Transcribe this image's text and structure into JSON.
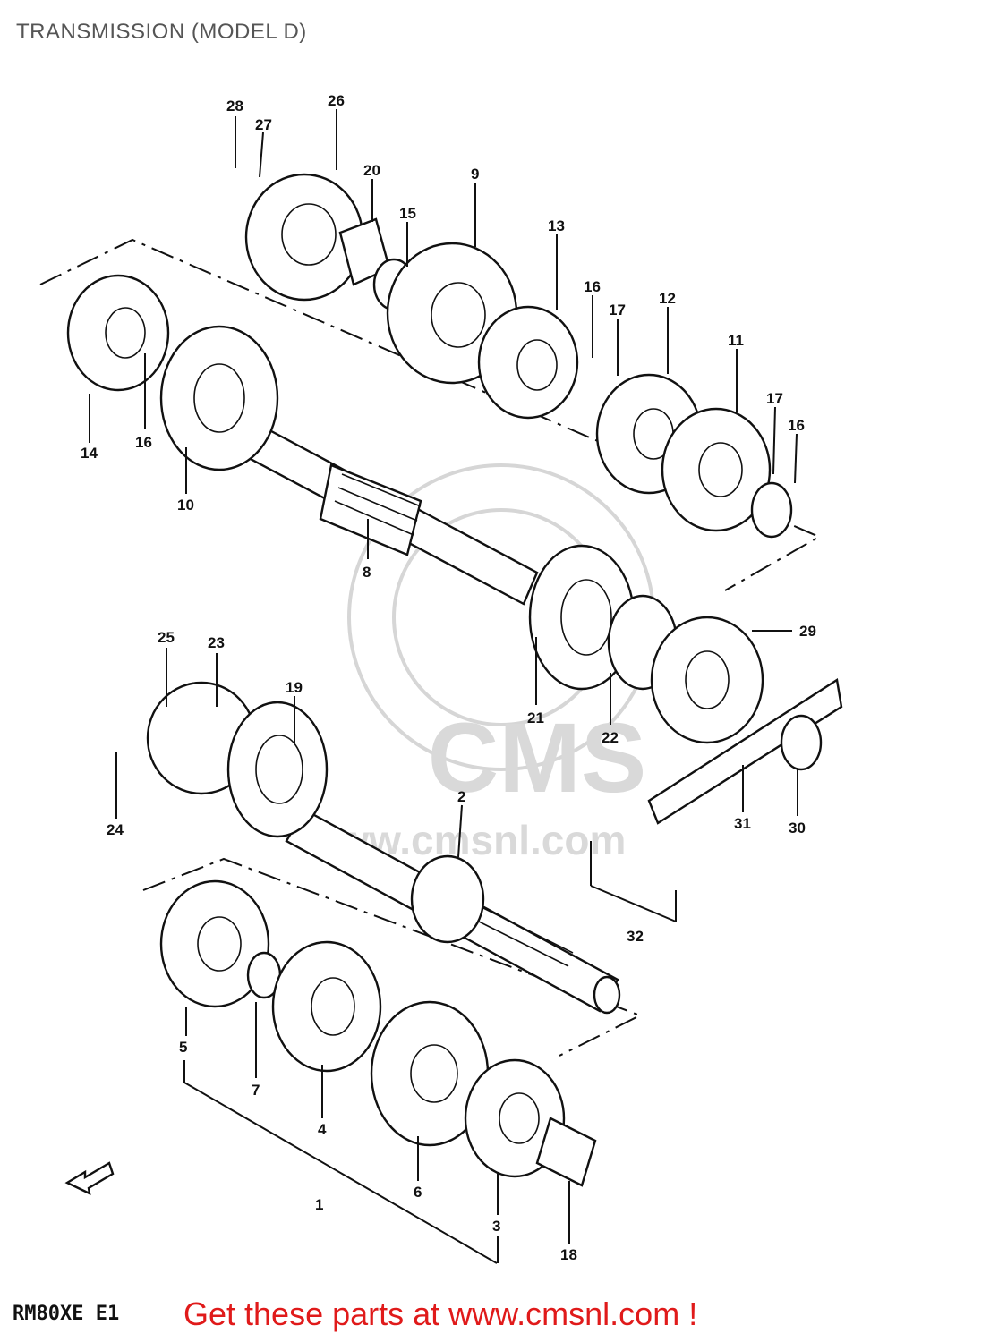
{
  "header": {
    "title": "TRANSMISSION (MODEL D)"
  },
  "footer": {
    "model_code": "RM80XE E1",
    "cta": "Get these parts at www.cmsnl.com !"
  },
  "watermark": {
    "brand": "CMS",
    "url": "www.cmsnl.com"
  },
  "callouts": [
    {
      "id": "c28",
      "text": "28"
    },
    {
      "id": "c27",
      "text": "27"
    },
    {
      "id": "c26",
      "text": "26"
    },
    {
      "id": "c20",
      "text": "20"
    },
    {
      "id": "c15",
      "text": "15"
    },
    {
      "id": "c9",
      "text": "9"
    },
    {
      "id": "c13",
      "text": "13"
    },
    {
      "id": "c16a",
      "text": "16"
    },
    {
      "id": "c17a",
      "text": "17"
    },
    {
      "id": "c12",
      "text": "12"
    },
    {
      "id": "c11",
      "text": "11"
    },
    {
      "id": "c17b",
      "text": "17"
    },
    {
      "id": "c16b",
      "text": "16"
    },
    {
      "id": "c14",
      "text": "14"
    },
    {
      "id": "c16c",
      "text": "16"
    },
    {
      "id": "c10",
      "text": "10"
    },
    {
      "id": "c8",
      "text": "8"
    },
    {
      "id": "c29",
      "text": "29"
    },
    {
      "id": "c25",
      "text": "25"
    },
    {
      "id": "c23",
      "text": "23"
    },
    {
      "id": "c19",
      "text": "19"
    },
    {
      "id": "c21",
      "text": "21"
    },
    {
      "id": "c22",
      "text": "22"
    },
    {
      "id": "c24",
      "text": "24"
    },
    {
      "id": "c2",
      "text": "2"
    },
    {
      "id": "c31",
      "text": "31"
    },
    {
      "id": "c30",
      "text": "30"
    },
    {
      "id": "c32",
      "text": "32"
    },
    {
      "id": "c5",
      "text": "5"
    },
    {
      "id": "c7",
      "text": "7"
    },
    {
      "id": "c4",
      "text": "4"
    },
    {
      "id": "c6",
      "text": "6"
    },
    {
      "id": "c1",
      "text": "1"
    },
    {
      "id": "c3",
      "text": "3"
    },
    {
      "id": "c18",
      "text": "18"
    }
  ],
  "icons": {
    "front_arrow": "fwd-arrow-icon"
  },
  "colors": {
    "title": "#555555",
    "cta": "#e01a1a",
    "ink": "#111111",
    "watermark": "#d6d6d6"
  }
}
